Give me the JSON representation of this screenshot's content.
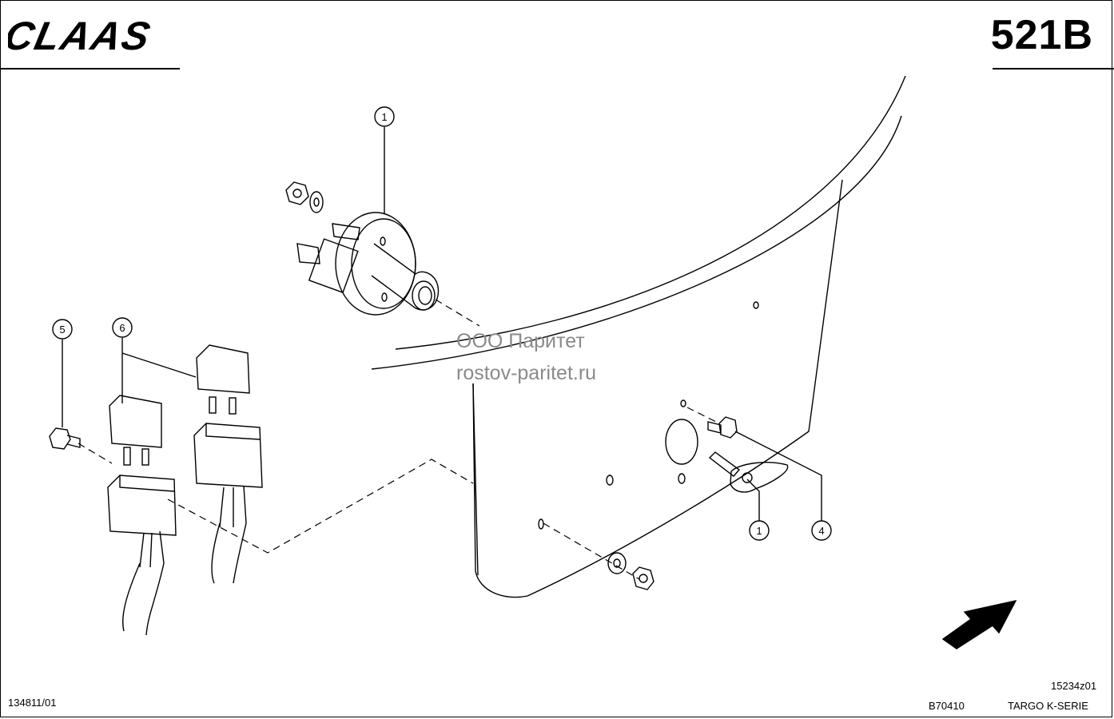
{
  "header": {
    "logo_text": "CLAAS",
    "page_code": "521B"
  },
  "watermark": {
    "line1": "ООО Паритет",
    "line2": "rostov-paritet.ru"
  },
  "callouts": [
    {
      "id": "callout-1-switch",
      "label": "1"
    },
    {
      "id": "callout-5",
      "label": "5"
    },
    {
      "id": "callout-6",
      "label": "6"
    },
    {
      "id": "callout-1-key",
      "label": "1"
    },
    {
      "id": "callout-4",
      "label": "4"
    }
  ],
  "footer": {
    "left_code": "134811/01",
    "drawing_id": "15234z01",
    "model_code": "B70410",
    "series": "TARGO K-SERIE"
  }
}
